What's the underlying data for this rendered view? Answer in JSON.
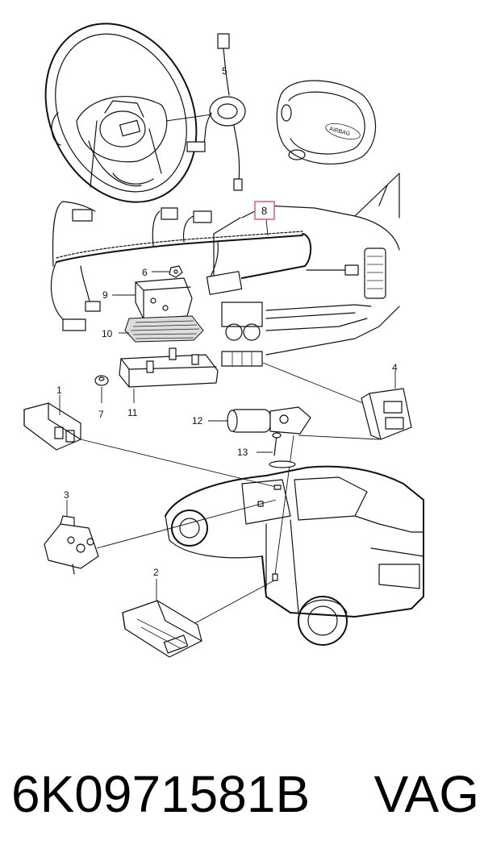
{
  "diagram": {
    "callouts": {
      "c1": "1",
      "c2": "2",
      "c3": "3",
      "c4": "4",
      "c5": "5",
      "c6": "6",
      "c7": "7",
      "c8": "8",
      "c9": "9",
      "c10": "10",
      "c11": "11",
      "c12": "12",
      "c13": "13"
    },
    "airbag_label": "AIRBAG",
    "highlight_color": "#e35b6a"
  },
  "footer": {
    "part_number": "6K0971581B",
    "brand": "VAG"
  }
}
